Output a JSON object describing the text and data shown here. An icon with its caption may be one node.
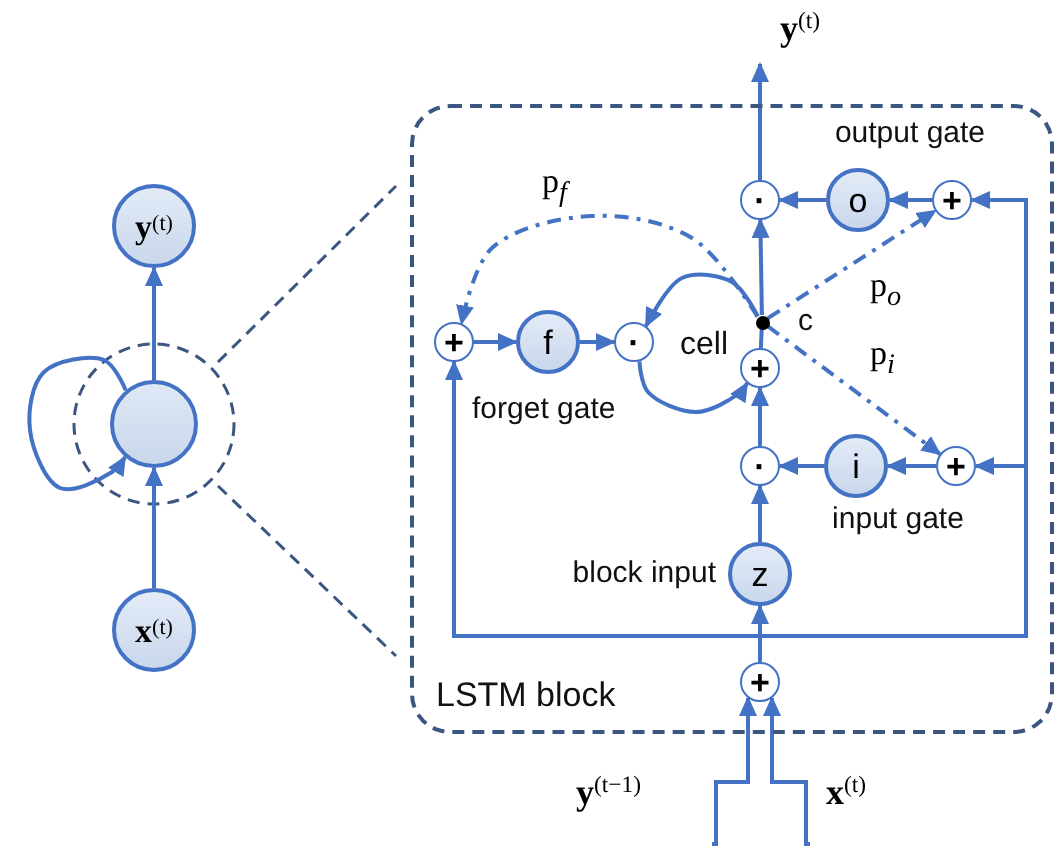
{
  "diagram": {
    "nodes": [
      {
        "text": [
          "**y**$^{(t)}$"
        ]
      },
      {
        "text": [],
        "shape": "circle"
      },
      {
        "text": [
          "**x**$^{(t)}$"
        ]
      },
      {
        "text": [
          "LSTM block"
        ]
      },
      {
        "text": [
          "**y**$^{(t)}$"
        ]
      },
      {
        "text": [
          "·"
        ],
        "in": 3
      },
      {
        "text": [
          "o"
        ],
        "in": 3,
        "beside": [
          "output gate"
        ]
      },
      {
        "text": [
          "+"
        ],
        "in": 3
      },
      {
        "text": [
          "+"
        ],
        "in": 3
      },
      {
        "text": [
          "f"
        ],
        "in": 3,
        "beside": [
          "forget gate"
        ]
      },
      {
        "text": [
          "·"
        ],
        "in": 3
      },
      {
        "text": [],
        "shape": "dot",
        "in": 3,
        "beside": [
          "c"
        ]
      },
      {
        "text": [
          "+"
        ],
        "in": 3
      },
      {
        "text": [
          "·"
        ],
        "in": 3
      },
      {
        "text": [
          "i"
        ],
        "in": 3,
        "beside": [
          "input gate"
        ]
      },
      {
        "text": [
          "+"
        ],
        "in": 3
      },
      {
        "text": [
          "z"
        ],
        "in": 3,
        "beside": [
          "block input"
        ]
      },
      {
        "text": [
          "+"
        ],
        "in": 3
      },
      {
        "text": [
          "**y**$^{(t−1)}$"
        ]
      },
      {
        "text": [
          "**x**$^{(t)}$"
        ]
      }
    ],
    "edges": [
      {
        "from": 2,
        "to": 1,
        "arrow": "to"
      },
      {
        "from": 1,
        "to": 0,
        "arrow": "to"
      },
      {
        "from": 1,
        "to": 1,
        "arrow": "to"
      },
      {
        "from": 18,
        "to": 17,
        "arrow": "to"
      },
      {
        "from": 19,
        "to": 17,
        "arrow": "to"
      },
      {
        "from": 17,
        "to": 16,
        "arrow": "to"
      },
      {
        "from": 17,
        "to": 8,
        "arrow": "to"
      },
      {
        "from": 17,
        "to": 15,
        "arrow": "to"
      },
      {
        "from": 17,
        "to": 7,
        "arrow": "to"
      },
      {
        "from": 16,
        "to": 13,
        "arrow": "to"
      },
      {
        "from": 15,
        "to": 14,
        "arrow": "to"
      },
      {
        "from": 14,
        "to": 13,
        "arrow": "to"
      },
      {
        "from": 13,
        "to": 12,
        "arrow": "to"
      },
      {
        "from": 10,
        "to": 12,
        "arrow": "to"
      },
      {
        "from": 12,
        "to": 11,
        "arrow": "none"
      },
      {
        "from": 11,
        "to": 5,
        "arrow": "to"
      },
      {
        "from": 5,
        "to": 4,
        "arrow": "to"
      },
      {
        "from": 7,
        "to": 6,
        "arrow": "to"
      },
      {
        "from": 6,
        "to": 5,
        "arrow": "to"
      },
      {
        "from": 8,
        "to": 9,
        "arrow": "to"
      },
      {
        "from": 9,
        "to": 10,
        "arrow": "to"
      },
      {
        "from": 11,
        "to": 10,
        "arrow": "to"
      },
      {
        "from": 11,
        "to": 8,
        "arrow": "to",
        "label": "p$_{f}$",
        "style": "dashed"
      },
      {
        "from": 11,
        "to": 7,
        "arrow": "to",
        "label": "p$_{o}$",
        "style": "dashed"
      },
      {
        "from": 11,
        "to": 15,
        "arrow": "to",
        "label": "p$_{i}$",
        "style": "dashed"
      }
    ],
    "labels": [
      "cell"
    ]
  }
}
